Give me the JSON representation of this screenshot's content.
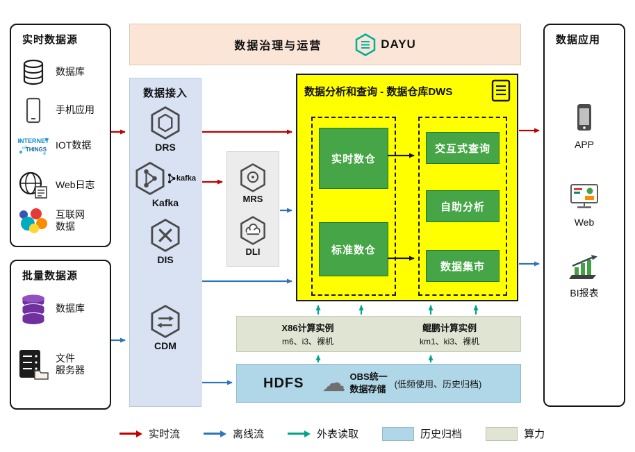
{
  "banner": {
    "title": "数据治理与运营",
    "logo_text": "DAYU"
  },
  "realtime_sources": {
    "title": "实时数据源",
    "items": [
      {
        "label": "数据库",
        "icon": "database-icon"
      },
      {
        "label": "手机应用",
        "icon": "mobile-icon"
      },
      {
        "label": "IOT数据",
        "icon": "iot-icon",
        "icon_words": [
          "INTERNET",
          "of",
          "THINGS"
        ]
      },
      {
        "label": "Web日志",
        "icon": "weblog-globe-icon"
      },
      {
        "label": "互联网\n数据",
        "icon": "internet-data-icon"
      }
    ]
  },
  "batch_sources": {
    "title": "批量数据源",
    "items": [
      {
        "label": "数据库",
        "icon": "database-stack-icon"
      },
      {
        "label": "文件\n服务器",
        "icon": "file-server-icon"
      }
    ]
  },
  "ingest": {
    "title": "数据接入",
    "items": [
      {
        "label": "DRS",
        "icon": "drs-hexagon-icon"
      },
      {
        "label": "Kafka",
        "icon": "kafka-hexagon-icon",
        "badge": "kafka"
      },
      {
        "label": "DIS",
        "icon": "dis-hexagon-icon"
      },
      {
        "label": "CDM",
        "icon": "cdm-hexagon-icon"
      }
    ]
  },
  "middleware": {
    "items": [
      {
        "label": "MRS",
        "icon": "mrs-hexagon-icon"
      },
      {
        "label": "DLI",
        "icon": "dli-hexagon-icon"
      }
    ]
  },
  "dws": {
    "title": "数据分析和查询 - 数据仓库DWS",
    "warehouses": [
      {
        "label": "实时数仓"
      },
      {
        "label": "标准数仓"
      }
    ],
    "services": [
      {
        "label": "交互式查询"
      },
      {
        "label": "自助分析"
      },
      {
        "label": "数据集市"
      }
    ],
    "accent_green": "#46a546"
  },
  "compute": {
    "groups": [
      {
        "title": "X86计算实例",
        "subtitle": "m6、i3、裸机"
      },
      {
        "title": "鲲鹏计算实例",
        "subtitle": "km1、ki3、裸机"
      }
    ]
  },
  "storage": {
    "hdfs": "HDFS",
    "obs_title": "OBS统一\n数据存储",
    "note": "(低频使用、历史归档)"
  },
  "apps": {
    "title": "数据应用",
    "items": [
      {
        "label": "APP",
        "icon": "app-phone-icon"
      },
      {
        "label": "Web",
        "icon": "web-monitor-icon"
      },
      {
        "label": "BI报表",
        "icon": "bi-report-icon"
      }
    ]
  },
  "legend": {
    "items": [
      {
        "label": "实时流",
        "type": "arrow",
        "color": "#c00000"
      },
      {
        "label": "离线流",
        "type": "arrow",
        "color": "#2e75b6"
      },
      {
        "label": "外表读取",
        "type": "arrow",
        "color": "#00a38a"
      },
      {
        "label": "历史归档",
        "type": "swatch",
        "color": "#b0d7e7"
      },
      {
        "label": "算力",
        "type": "swatch",
        "color": "#dfe5d2"
      }
    ]
  }
}
